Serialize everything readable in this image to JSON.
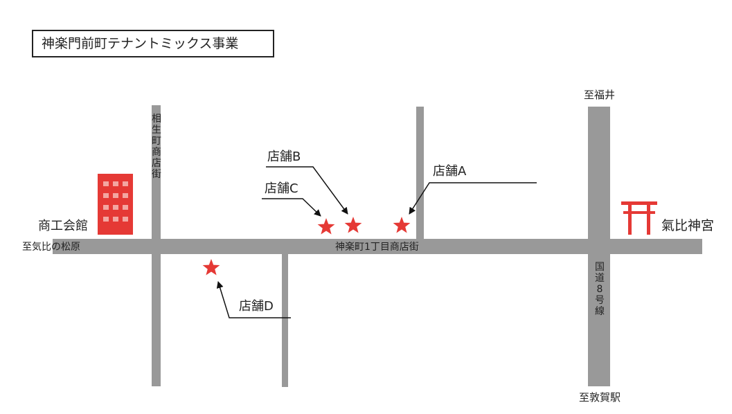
{
  "title": "神楽門前町テナントミックス事業",
  "colors": {
    "road": "#999999",
    "building": "#e53935",
    "window": "#f3a6a1",
    "star": "#e53935",
    "torii": "#e53935",
    "leader": "#111111"
  },
  "roads": {
    "main_street": "神楽町1丁目商店街",
    "west_end": "至気比の松原",
    "aioi_street": "相生町商店街",
    "route8": "国道8号線",
    "north_end": "至福井",
    "south_end": "至敦賀駅"
  },
  "landmarks": {
    "chamber": {
      "label": "商工会館",
      "icon": "office-building-icon"
    },
    "shrine": {
      "label": "氣比神宮",
      "icon": "torii-gate-icon"
    }
  },
  "stores": [
    {
      "id": "a",
      "label": "店舗A",
      "icon": "star-icon"
    },
    {
      "id": "b",
      "label": "店舗B",
      "icon": "star-icon"
    },
    {
      "id": "c",
      "label": "店舗C",
      "icon": "star-icon"
    },
    {
      "id": "d",
      "label": "店舗D",
      "icon": "star-icon"
    }
  ]
}
